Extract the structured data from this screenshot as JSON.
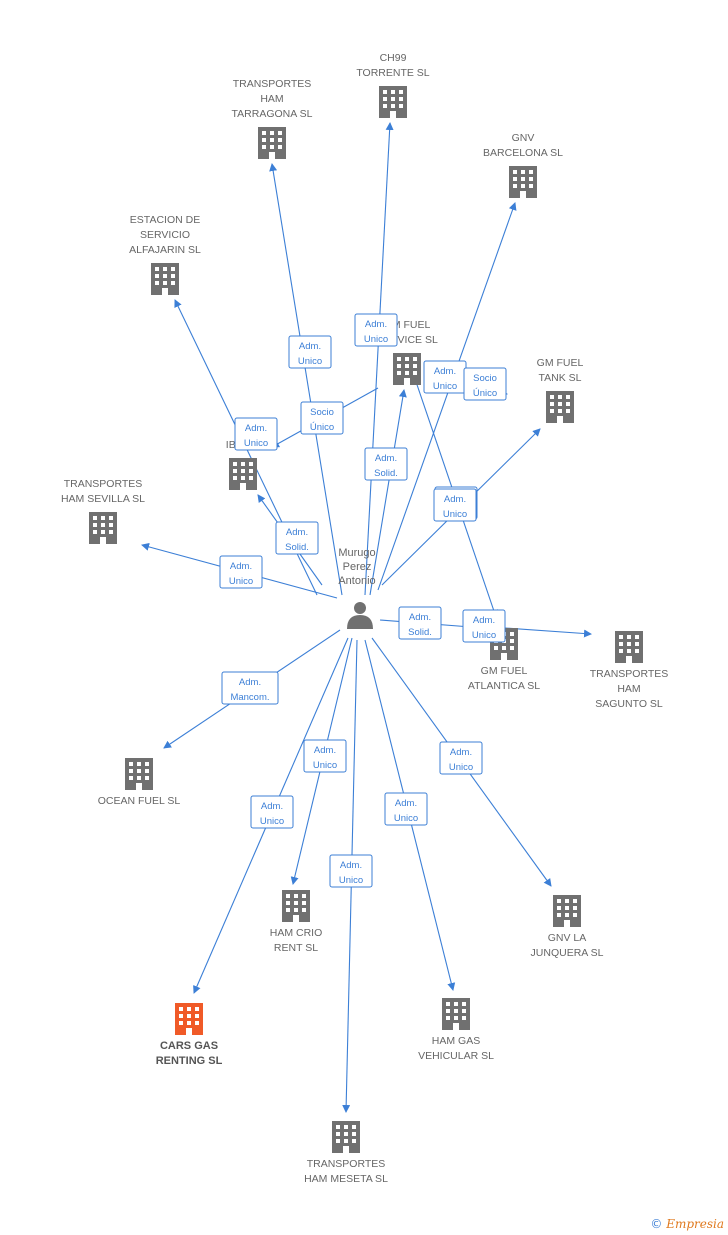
{
  "colors": {
    "edge": "#3c7fd6",
    "building": "#707070",
    "highlight": "#f05a28",
    "text": "#666666"
  },
  "person": {
    "name_lines": [
      "Murugo",
      "Perez",
      "Antonio"
    ],
    "icon": "person-icon"
  },
  "companies": [
    {
      "id": "ch99",
      "lines": [
        "CH99",
        "TORRENTE SL"
      ],
      "highlight": false
    },
    {
      "id": "tarragona",
      "lines": [
        "TRANSPORTES",
        "HAM",
        "TARRAGONA SL"
      ],
      "highlight": false
    },
    {
      "id": "gnv_barcelona",
      "lines": [
        "GNV",
        "BARCELONA SL"
      ],
      "highlight": false
    },
    {
      "id": "alfajarin",
      "lines": [
        "ESTACION DE",
        "SERVICIO",
        "ALFAJARIN SL"
      ],
      "highlight": false
    },
    {
      "id": "gm_fuel_service",
      "lines": [
        "GM FUEL",
        "SERVICE SL"
      ],
      "highlight": false
    },
    {
      "id": "gm_fuel_tank",
      "lines": [
        "GM FUEL",
        "TANK SL"
      ],
      "highlight": false
    },
    {
      "id": "gm_iberia",
      "lines": [
        "GM",
        "IBERIA"
      ],
      "highlight": false
    },
    {
      "id": "sevilla",
      "lines": [
        "TRANSPORTES",
        "HAM SEVILLA SL"
      ],
      "highlight": false
    },
    {
      "id": "gm_atlantica",
      "lines": [
        "GM FUEL",
        "ATLANTICA  SL"
      ],
      "highlight": false
    },
    {
      "id": "sagunto",
      "lines": [
        "TRANSPORTES",
        "HAM",
        "SAGUNTO SL"
      ],
      "highlight": false
    },
    {
      "id": "ocean",
      "lines": [
        "OCEAN FUEL SL"
      ],
      "highlight": false
    },
    {
      "id": "gnv_junquera",
      "lines": [
        "GNV LA",
        "JUNQUERA SL"
      ],
      "highlight": false
    },
    {
      "id": "ham_crio",
      "lines": [
        "HAM CRIO",
        "RENT SL"
      ],
      "highlight": false
    },
    {
      "id": "cars_gas",
      "lines": [
        "CARS GAS",
        "RENTING SL"
      ],
      "highlight": true
    },
    {
      "id": "ham_gas",
      "lines": [
        "HAM GAS",
        "VEHICULAR SL"
      ],
      "highlight": false
    },
    {
      "id": "meseta",
      "lines": [
        "TRANSPORTES",
        "HAM MESETA SL"
      ],
      "highlight": false
    }
  ],
  "relations": [
    {
      "to": "ch99",
      "label": [
        "Adm.",
        "Unico"
      ]
    },
    {
      "to": "tarragona",
      "label": [
        "Adm.",
        "Unico"
      ]
    },
    {
      "to": "gnv_barcelona",
      "label": [
        "Adm.",
        "Unico"
      ]
    },
    {
      "to": "alfajarin",
      "label": [
        "Adm.",
        "Unico"
      ]
    },
    {
      "to": "gm_fuel_service",
      "label": [
        "Adm.",
        "Solid."
      ]
    },
    {
      "to": "gm_fuel_tank",
      "label": [
        "Socio",
        "Único"
      ]
    },
    {
      "to": "gm_iberia",
      "label": [
        "Adm.",
        "Solid."
      ]
    },
    {
      "to": "sevilla",
      "label": [
        "Adm.",
        "Unico"
      ]
    },
    {
      "to": "gm_atlantica",
      "label": [
        "Adm.",
        "Solid."
      ]
    },
    {
      "to": "sagunto",
      "label": [
        "Adm.",
        "Unico"
      ]
    },
    {
      "to": "ocean",
      "label": [
        "Adm.",
        "Mancom."
      ]
    },
    {
      "to": "gnv_junquera",
      "label": [
        "Adm.",
        "Unico"
      ]
    },
    {
      "to": "ham_crio",
      "label": [
        "Adm.",
        "Unico"
      ]
    },
    {
      "to": "cars_gas",
      "label": [
        "Adm.",
        "Unico"
      ]
    },
    {
      "to": "ham_gas",
      "label": [
        "Adm.",
        "Unico"
      ]
    },
    {
      "to": "meseta",
      "label": [
        "Adm.",
        "Unico"
      ]
    },
    {
      "to": "gm_iberia_socio",
      "label": [
        "Socio",
        "Único"
      ]
    },
    {
      "to": "gm_fuel_tank_socio",
      "label": [
        "Socio",
        "Único"
      ]
    },
    {
      "to": "gm_atlantica_unico",
      "label": [
        "Adm.",
        "Unico"
      ]
    }
  ],
  "footer": {
    "copyright": "©",
    "brand": "Empresia"
  }
}
